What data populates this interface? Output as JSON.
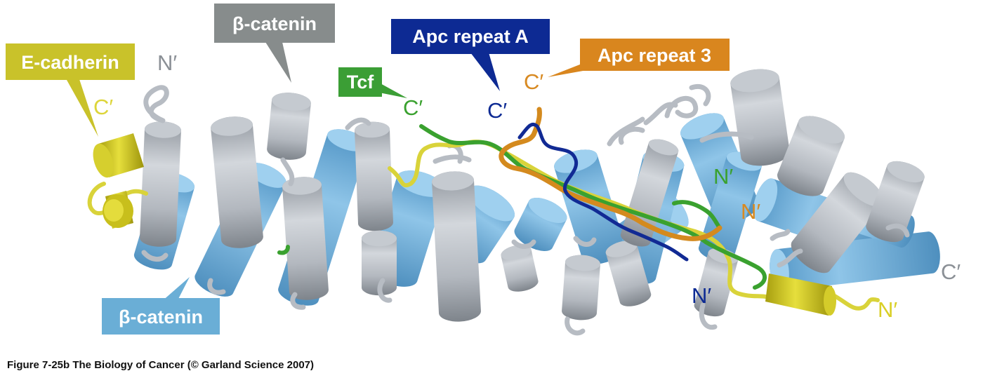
{
  "labels": {
    "e_cadherin": "E-cadherin",
    "beta_catenin_top": "β-catenin",
    "beta_catenin_bottom": "β-catenin",
    "tcf": "Tcf",
    "apc_repeat_a": "Apc repeat A",
    "apc_repeat_3": "Apc repeat 3"
  },
  "termini": {
    "beta_catenin_n": "N′",
    "beta_catenin_c": "C′",
    "e_cadherin_c": "C′",
    "e_cadherin_n": "N′",
    "tcf_c": "C′",
    "tcf_n": "N′",
    "apc_a_c": "C′",
    "apc_a_n": "N′",
    "apc_3_c": "C′",
    "apc_3_n": "N′"
  },
  "caption": "Figure 7-25b  The Biology of Cancer (© Garland Science 2007)",
  "colors": {
    "e_cadherin": "#c9c22a",
    "beta_catenin_gray": "#878c8c",
    "beta_catenin_blue": "#6aaed6",
    "tcf": "#3b9e35",
    "apc_repeat_a": "#0d2a93",
    "apc_repeat_3": "#d9861e",
    "helix_gray": "#b9bec6",
    "helix_blue": "#78b4dc"
  }
}
